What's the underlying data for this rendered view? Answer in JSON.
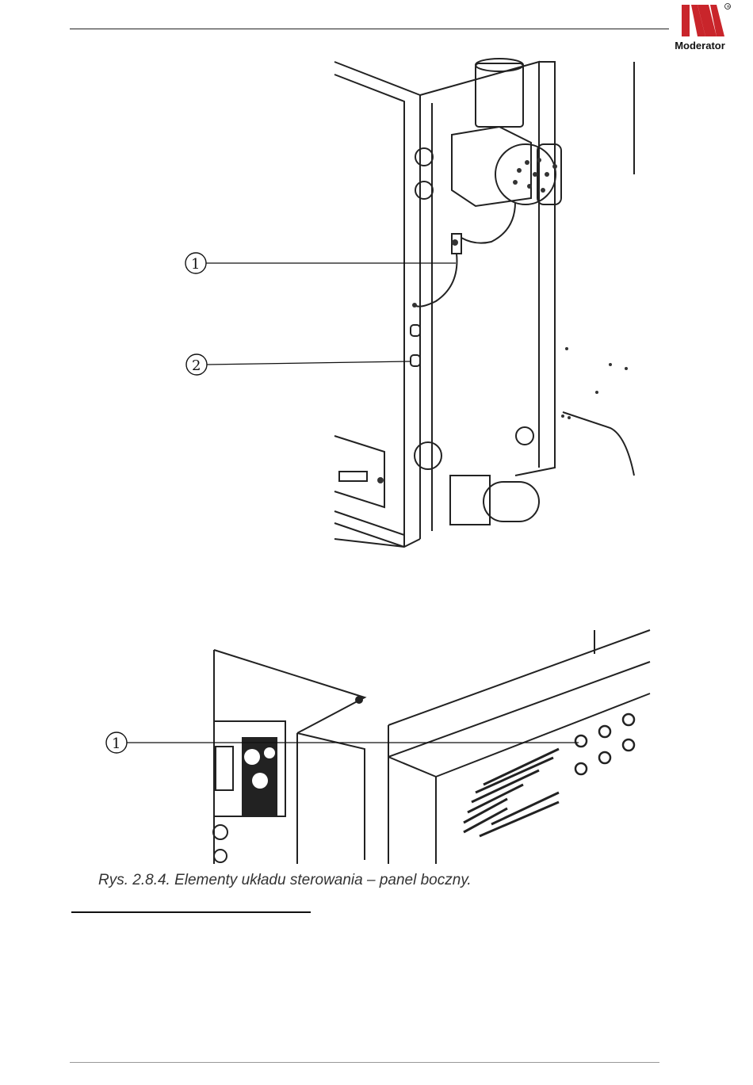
{
  "brand": {
    "name": "Moderator",
    "registered": "®",
    "color": "#c9252b"
  },
  "figure_top": {
    "callouts": [
      "1",
      "2"
    ]
  },
  "figure_bottom": {
    "callouts": [
      "1"
    ]
  },
  "caption": "Rys. 2.8.4. Elementy układu sterowania – panel boczny."
}
